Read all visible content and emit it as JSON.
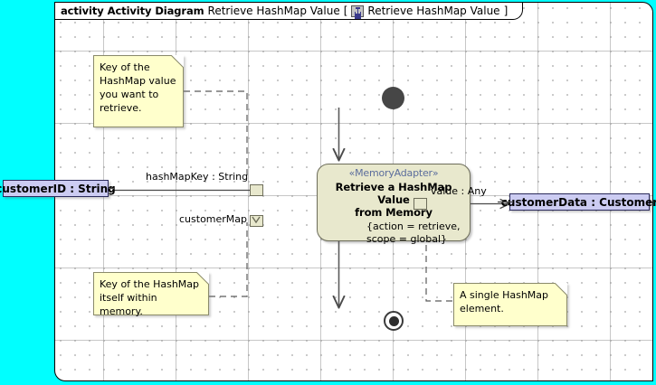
{
  "frame": {
    "keyword": "activity",
    "type_label": "Activity Diagram",
    "name": "Retrieve HashMap Value",
    "bracket_open": "[",
    "bracket_close": "]",
    "inner_name": "Retrieve HashMap Value",
    "icon": "activity-diagram-icon"
  },
  "action": {
    "stereotype": "«MemoryAdapter»",
    "title_line1": "Retrieve a HashMap Value",
    "title_line2": "from Memory",
    "property_line1": "{action = retrieve,",
    "property_line2": "scope = global}"
  },
  "pins": {
    "input_key": {
      "label": "hashMapKey : String",
      "glyph": "none"
    },
    "input_map": {
      "label": "customerMap",
      "glyph": "chevron-down"
    },
    "output_value": {
      "label": "value : Any",
      "glyph": "none"
    }
  },
  "objects": {
    "input": {
      "label": "customerID : String"
    },
    "output": {
      "label": "customerData : Customer"
    }
  },
  "notes": [
    {
      "name": "note-hashmap-key-value",
      "lines": [
        "Key of the",
        "HashMap value",
        "you want to",
        "retrieve."
      ]
    },
    {
      "name": "note-hashmap-itself",
      "lines": [
        "Key of the HashMap",
        "itself within memory."
      ]
    },
    {
      "name": "note-single-element",
      "lines": [
        "A single HashMap",
        "element."
      ]
    }
  ],
  "nodes": {
    "initial": "initial-node",
    "final": "activity-final-node"
  },
  "colors": {
    "canvas": "#00ffff",
    "frame_bg": "#ffffff",
    "action_fill": "#e8e8cd",
    "object_fill": "#ccccf2",
    "note_fill": "#ffffcc",
    "stereotype_text": "#5b6d9c"
  }
}
